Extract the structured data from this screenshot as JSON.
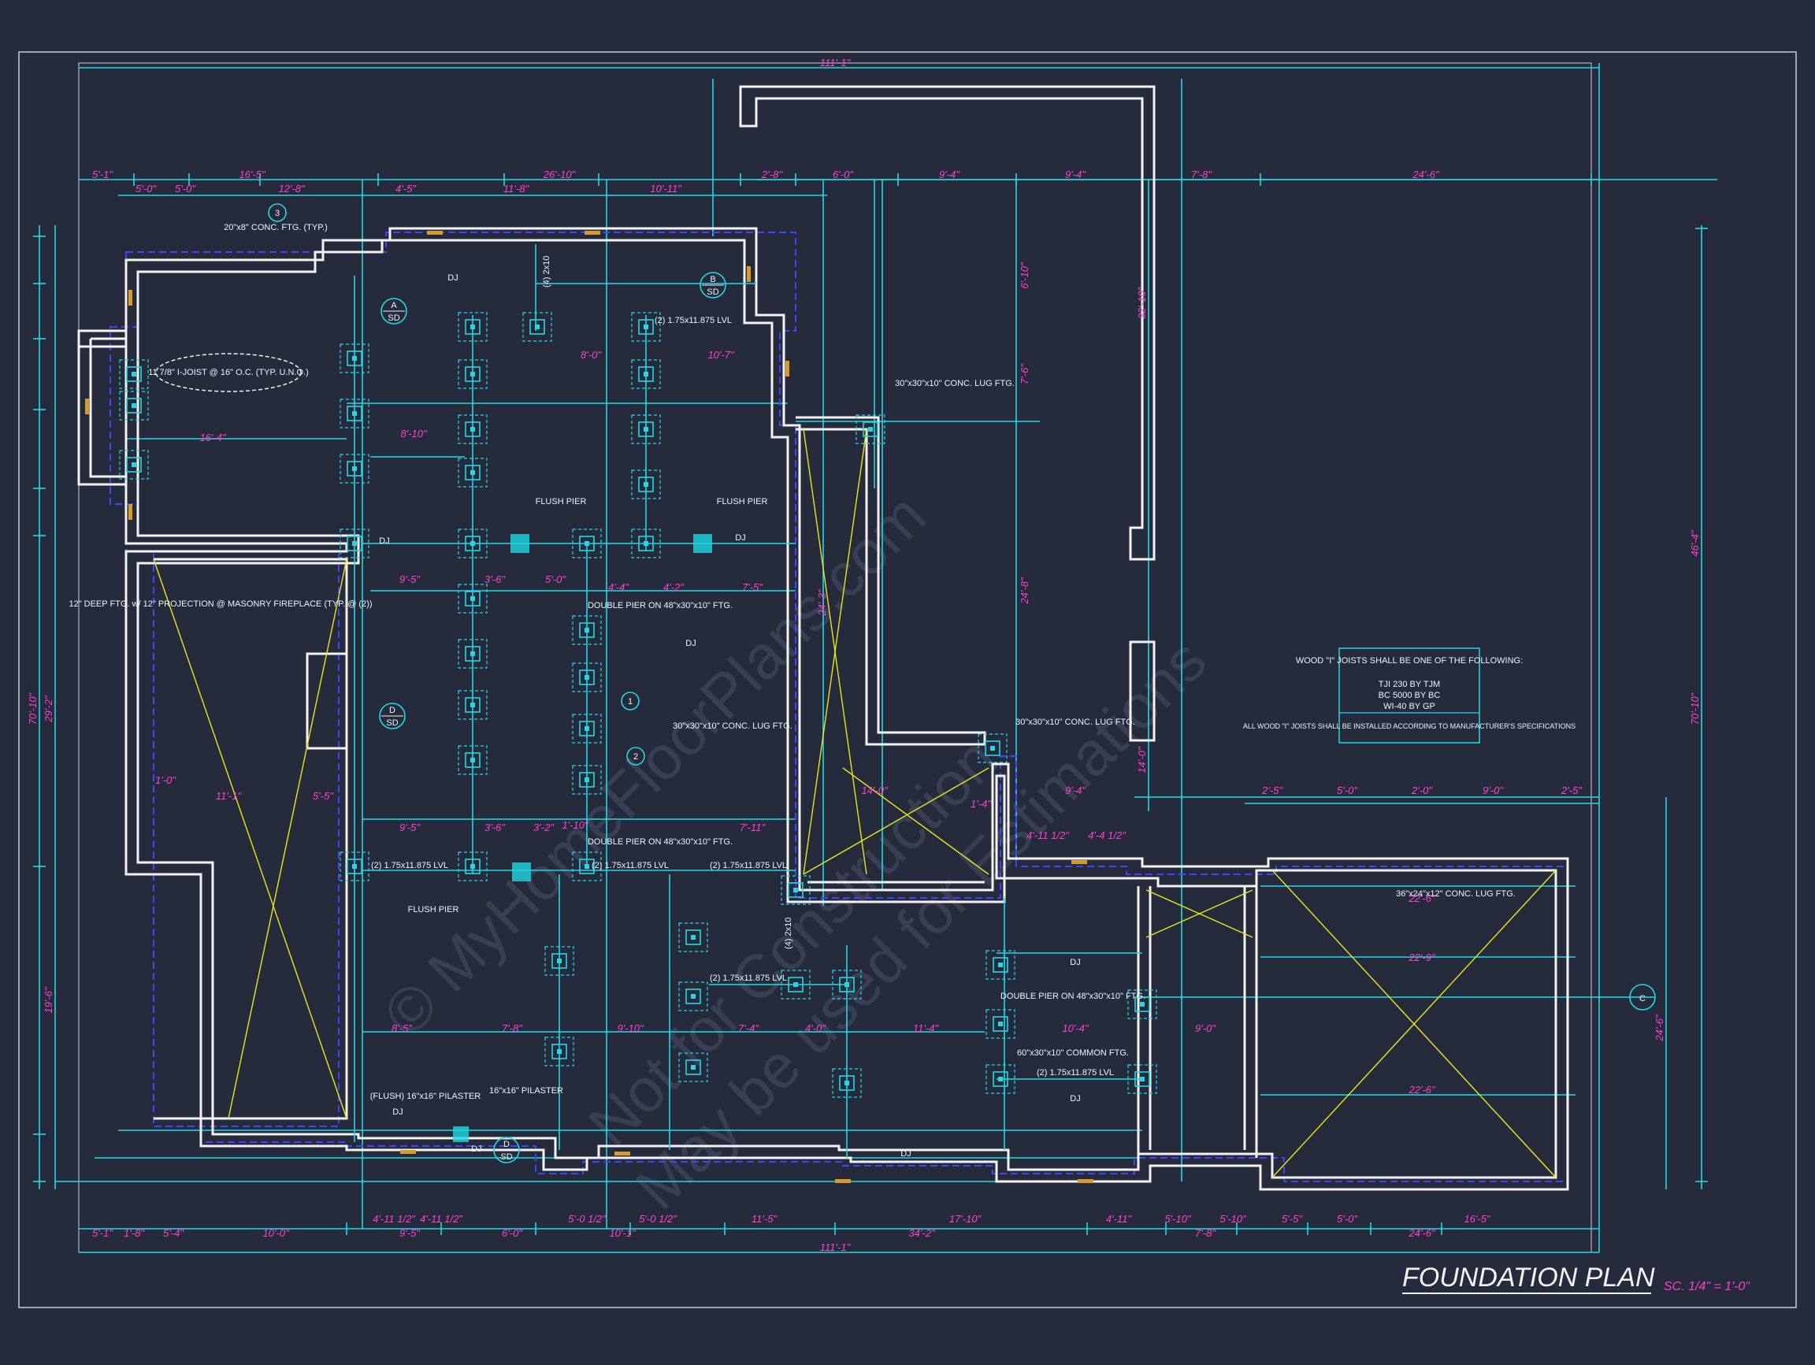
{
  "title": {
    "main": "FOUNDATION PLAN",
    "scale": "SC. 1/4\" = 1'-0\""
  },
  "colors": {
    "background": "#262b3c",
    "dimension": "#ff3fd0",
    "cyan": "#21d8e6",
    "wall": "#f2f2f2",
    "footing": "#3c46ff",
    "yellow": "#e6e61e"
  },
  "watermark": [
    "© MyHomeFloorPlans.com",
    "Not for Construction",
    "May be used for Estimations"
  ],
  "dims": {
    "overall_top": "111'-1\"",
    "overall_bottom": "111'-1\"",
    "top_row": [
      "5'-1\"",
      "5'-0\"",
      "5'-0\"",
      "16'-5\"",
      "12'-8\"",
      "4'-5\"",
      "11'-8\"",
      "26'-10\"",
      "10'-11\"",
      "2'-8\"",
      "6'-0\"",
      "9'-4\"",
      "9'-4\"",
      "7'-8\"",
      "24'-6\""
    ],
    "bottom_row1": [
      "4'-11 1/2\"",
      "4'-11 1/2\"",
      "6'-0\"",
      "5'-0 1/2\"",
      "5'-0 1/2\"",
      "11'-5\"",
      "17'-10\"",
      "4'-11\"",
      "5'-10\"",
      "5'-10\"",
      "5'-5\"",
      "5'-0\"",
      "16'-5\""
    ],
    "bottom_row2": [
      "5'-1\"",
      "1'-8\"",
      "5'-4\"",
      "10'-0\"",
      "9'-5\"",
      "10'-1\"",
      "34'-2\"",
      "7'-8\"",
      "24'-6\""
    ],
    "right_row": [
      "2'-5\"",
      "5'-0\"",
      "2'-0\"",
      "9'-0\"",
      "2'-5\""
    ],
    "vertical": [
      "70'-10\"",
      "29'-2\"",
      "19'-6\"",
      "46'-4\"",
      "70'-10\"",
      "24'-6\"",
      "32'-10\"",
      "6'-10\"",
      "7'-6\"",
      "24'-8\"",
      "24'-3\"",
      "14'-0\""
    ],
    "inner": [
      "16'-4\"",
      "8'-10\"",
      "8'-0\"",
      "10'-7\"",
      "9'-5\"",
      "3'-6\"",
      "5'-0\"",
      "4'-4\"",
      "4'-2\"",
      "7'-5\"",
      "11'-1\"",
      "5'-5\"",
      "9'-5\"",
      "3'-6\"",
      "3'-2\"",
      "1'-10\"",
      "7'-11\"",
      "14'-0\"",
      "8'-5\"",
      "7'-8\"",
      "9'-10\"",
      "7'-4\"",
      "4'-0\"",
      "11'-4\"",
      "10'-4\"",
      "9'-0\"",
      "22'-6\"",
      "22'-9\"",
      "22'-6\"",
      "9'-4\"",
      "4'-4 1/2\"",
      "4'-11 1/2\"",
      "1'-0\"",
      "1'-4\""
    ]
  },
  "notes": {
    "conc_ftg": "20\"x8\" CONC. FTG. (TYP.)",
    "ijoist": "11 7/8\" I-JOIST @ 16\" O.C. (TYP. U.N.O.)",
    "fireplace": "12\" DEEP FTG. w/ 12\" PROJECTION @ MASONRY FIREPLACE (TYP. @ (2))",
    "flush_pier": "FLUSH PIER",
    "lvl": "(2) 1.75x11.875 LVL",
    "dbl_pier": "DOUBLE PIER ON 48\"x30\"x10\" FTG.",
    "lug_30": "30\"x30\"x10\" CONC. LUG FTG.",
    "lug_36": "36\"x24\"x12\" CONC. LUG FTG.",
    "common_ftg": "60\"x30\"x10\" COMMON FTG.",
    "pilaster": "16\"x16\" PILASTER",
    "flush_pilaster": "(FLUSH) 16\"x16\" PILASTER",
    "dj": "DJ",
    "girder": "(4) 2x10",
    "box_title": "WOOD \"I\" JOISTS SHALL BE ONE OF THE FOLLOWING:",
    "box_lines": [
      "TJI 230 BY TJM",
      "BC 5000 BY BC",
      "WI-40 BY GP"
    ],
    "box_footer": "ALL WOOD \"I\" JOISTS SHALL BE INSTALLED ACCORDING TO MANUFACTURER'S SPECIFICATIONS"
  },
  "tags": {
    "a": "A",
    "b": "B",
    "c": "C",
    "d": "D",
    "sd": "SD",
    "one": "1",
    "two": "2",
    "three": "3"
  }
}
